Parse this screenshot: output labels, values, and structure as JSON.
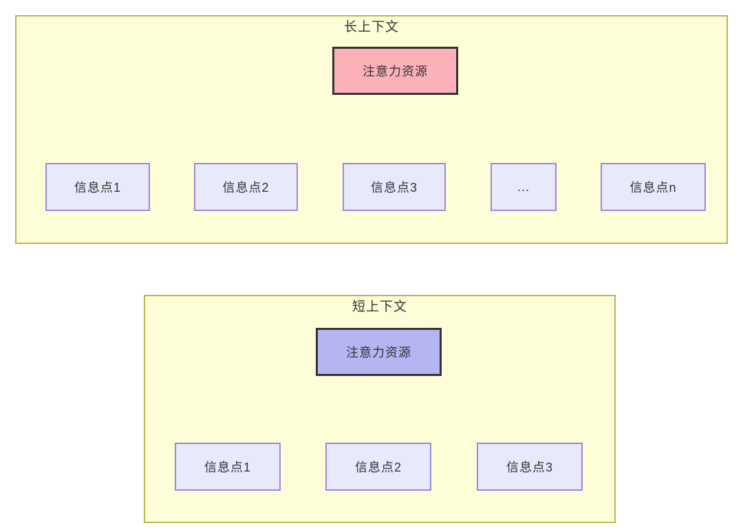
{
  "diagram": {
    "type": "flowchart",
    "panels": [
      {
        "id": "long-context",
        "title": "长上下文",
        "root": {
          "label": "注意力资源",
          "fill": "#fcb1b9"
        },
        "children": [
          {
            "label": "信息点1"
          },
          {
            "label": "信息点2"
          },
          {
            "label": "信息点3"
          },
          {
            "label": "..."
          },
          {
            "label": "信息点n"
          }
        ]
      },
      {
        "id": "short-context",
        "title": "短上下文",
        "root": {
          "label": "注意力资源",
          "fill": "#b5b5f2"
        },
        "children": [
          {
            "label": "信息点1"
          },
          {
            "label": "信息点2"
          },
          {
            "label": "信息点3"
          }
        ]
      }
    ],
    "colors": {
      "page_background": "#ffffff",
      "panel_background": "#fdfdd8",
      "panel_border": "#b8b84e",
      "long_root_fill": "#fcb1b9",
      "short_root_fill": "#b5b5f2",
      "info_node_fill": "#e9e9fc",
      "info_node_border": "#9d86d9",
      "root_node_border": "#333333",
      "arrow": "#3b3b3b",
      "text": "#333333"
    }
  }
}
